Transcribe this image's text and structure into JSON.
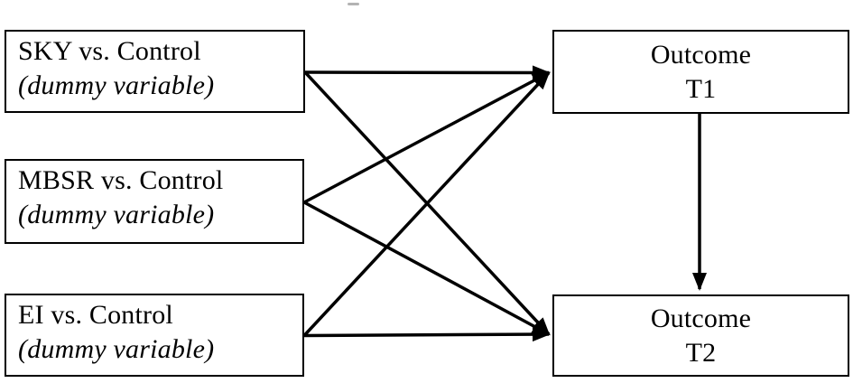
{
  "diagram": {
    "type": "path-model",
    "background_color": "#ffffff",
    "line_color": "#000000",
    "box_border_color": "#000000",
    "text_color": "#000000",
    "nodes": [
      {
        "id": "sky",
        "label": "SKY vs. Control",
        "sublabel": "(dummy variable)"
      },
      {
        "id": "mbsr",
        "label": "MBSR vs. Control",
        "sublabel": "(dummy variable)"
      },
      {
        "id": "ei",
        "label": "EI vs. Control",
        "sublabel": "(dummy variable)"
      },
      {
        "id": "outcome_t1",
        "label": "Outcome",
        "sublabel": "T1"
      },
      {
        "id": "outcome_t2",
        "label": "Outcome",
        "sublabel": "T2"
      }
    ],
    "edges": [
      {
        "from": "sky",
        "to": "outcome_t1"
      },
      {
        "from": "sky",
        "to": "outcome_t2"
      },
      {
        "from": "mbsr",
        "to": "outcome_t1"
      },
      {
        "from": "mbsr",
        "to": "outcome_t2"
      },
      {
        "from": "ei",
        "to": "outcome_t1"
      },
      {
        "from": "ei",
        "to": "outcome_t2"
      },
      {
        "from": "outcome_t1",
        "to": "outcome_t2"
      }
    ]
  }
}
